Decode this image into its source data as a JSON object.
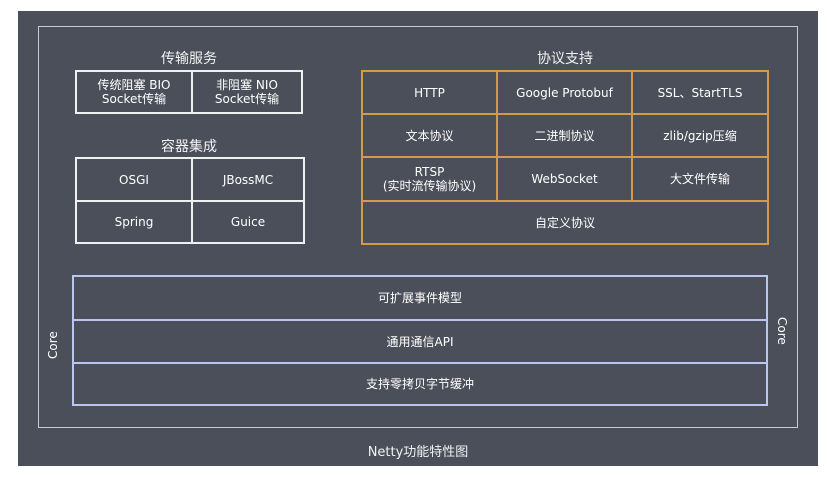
{
  "caption": "Netty功能特性图",
  "transport": {
    "title": "传输服务",
    "cells": [
      {
        "line1": "传统阻塞 BIO",
        "line2": "Socket传输"
      },
      {
        "line1": "非阻塞 NIO",
        "line2": "Socket传输"
      }
    ]
  },
  "container": {
    "title": "容器集成",
    "cells": [
      "OSGI",
      "JBossMC",
      "Spring",
      "Guice"
    ]
  },
  "protocol": {
    "title": "协议支持",
    "row1": [
      "HTTP",
      "Google Protobuf",
      "SSL、StartTLS"
    ],
    "row2": [
      "文本协议",
      "二进制协议",
      "zlib/gzip压缩"
    ],
    "row3": {
      "rtsp_line1": "RTSP",
      "rtsp_line2": "(实时流传输协议)",
      "websocket": "WebSocket",
      "bigfile": "大文件传输"
    },
    "custom": "自定义协议"
  },
  "core": {
    "left_label": "Core",
    "right_label": "Core",
    "rows": [
      "可扩展事件模型",
      "通用通信API",
      "支持零拷贝字节缓冲"
    ]
  },
  "colors": {
    "background": "#4b4f59",
    "protocol_border": "#d49a4a",
    "core_border": "#b9c6ef",
    "transport_border": "#f0f0f0"
  }
}
